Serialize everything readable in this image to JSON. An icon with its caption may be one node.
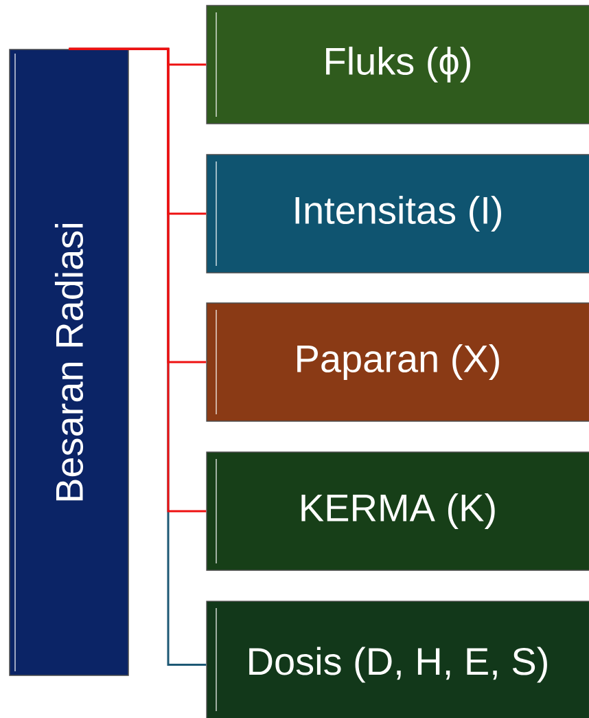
{
  "diagram": {
    "nodes": [
      {
        "text": [
          "Besaran Radiasi"
        ]
      },
      {
        "text": [
          "Fluks (ϕ)"
        ]
      },
      {
        "text": [
          "Intensitas (I)"
        ]
      },
      {
        "text": [
          "Paparan (X)"
        ]
      },
      {
        "text": [
          "KERMA (K)"
        ]
      },
      {
        "text": [
          "Dosis (D, H, E, S)"
        ]
      }
    ],
    "edges": [
      {
        "from": 0,
        "to": 1,
        "arrow": "none",
        "color": "#ee1111"
      },
      {
        "from": 0,
        "to": 2,
        "arrow": "none",
        "color": "#ee1111"
      },
      {
        "from": 0,
        "to": 3,
        "arrow": "none",
        "color": "#ee1111"
      },
      {
        "from": 0,
        "to": 4,
        "arrow": "none",
        "color": "#ee1111"
      },
      {
        "from": 0,
        "to": 5,
        "arrow": "none",
        "color": "#1d5874"
      }
    ]
  }
}
